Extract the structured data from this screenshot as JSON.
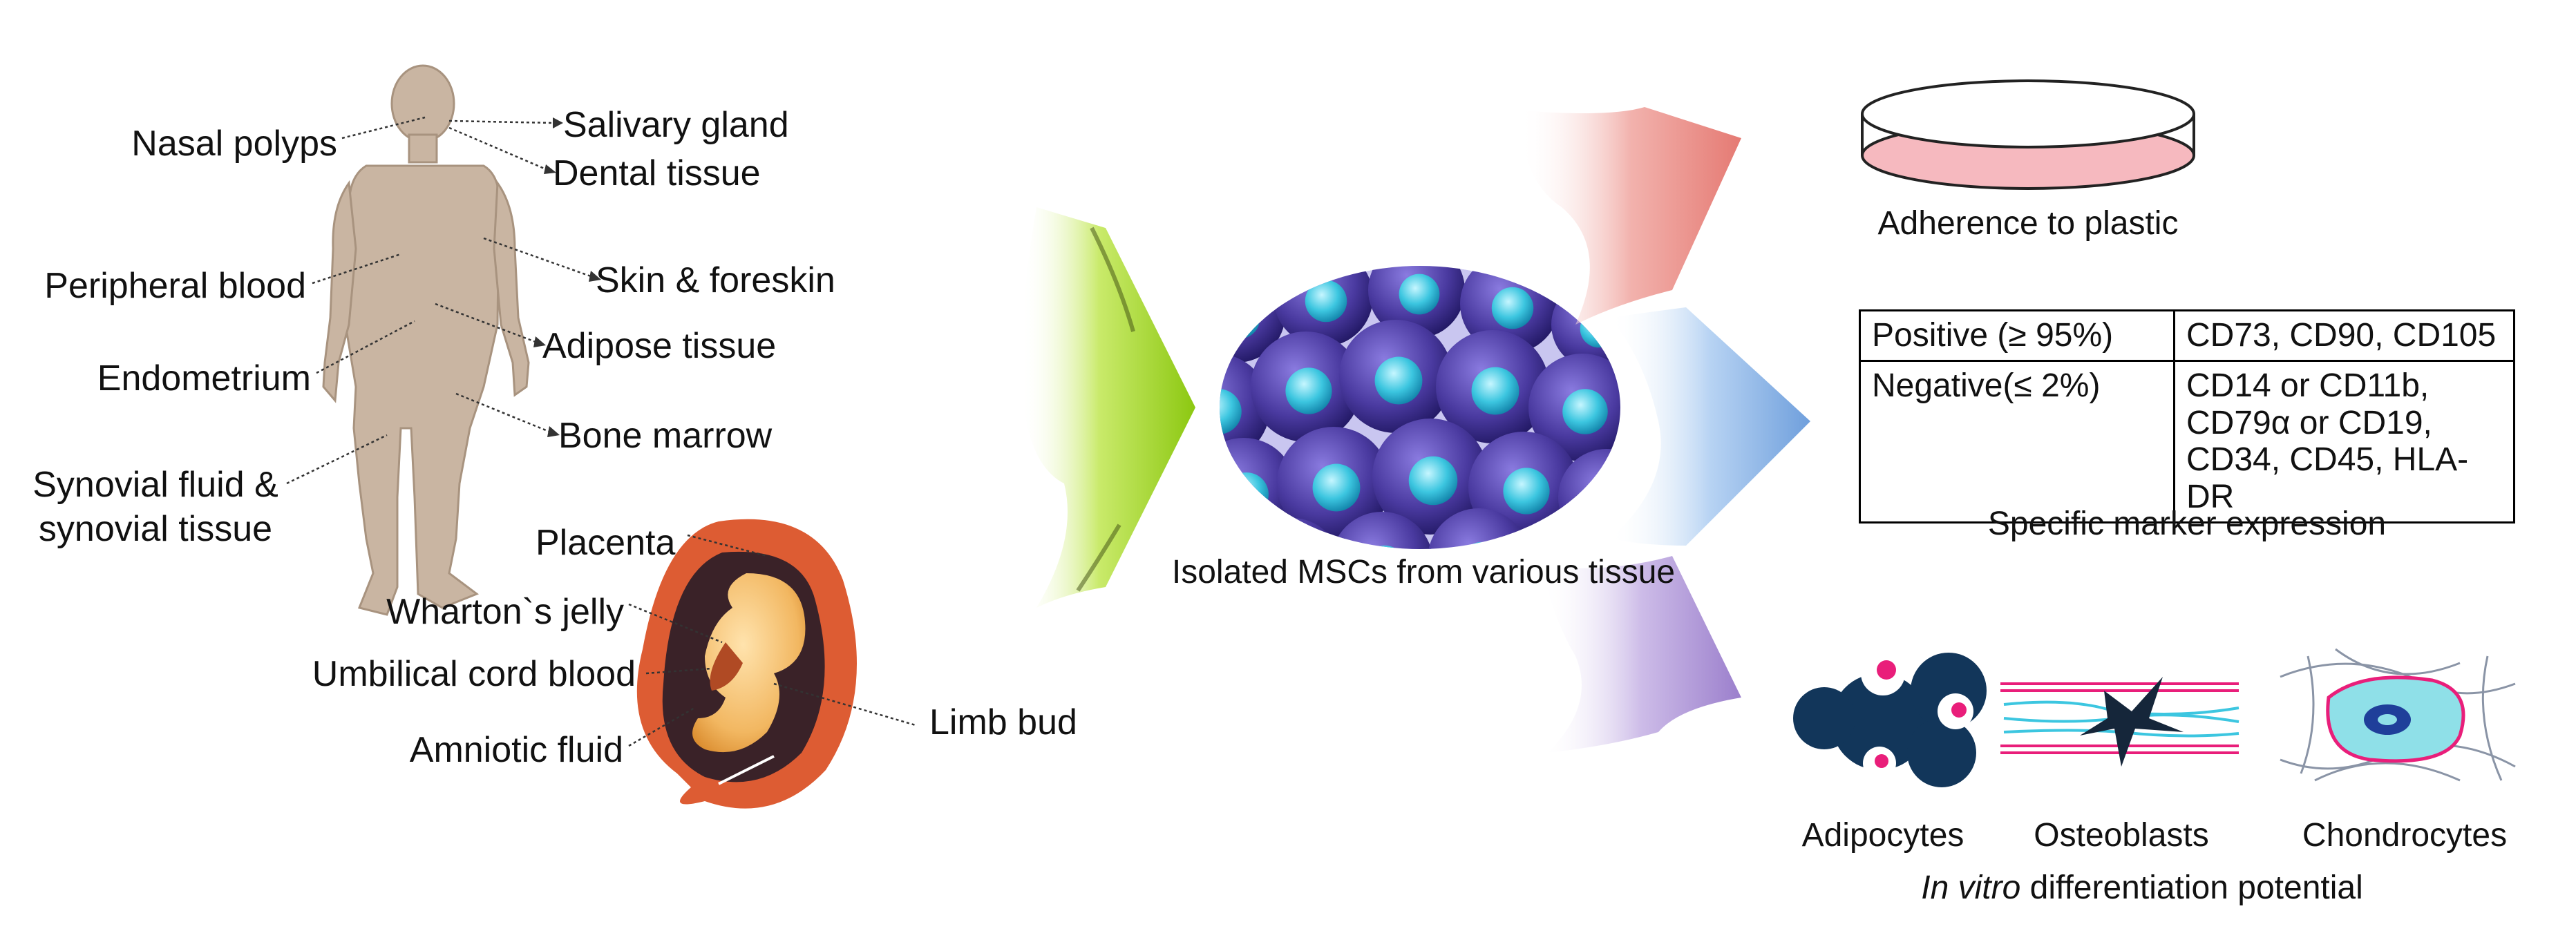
{
  "body_sources": {
    "nasal": "Nasal polyps",
    "salivary": "Salivary gland",
    "dental": "Dental tissue",
    "peripheral": "Peripheral blood",
    "skin": "Skin & foreskin",
    "adipose": "Adipose tissue",
    "endometrium": "Endometrium",
    "bone": "Bone marrow",
    "synovial_1": "Synovial fluid &",
    "synovial_2": "synovial tissue"
  },
  "fetal_sources": {
    "placenta": "Placenta",
    "wharton": "Wharton`s jelly",
    "cord": "Umbilical cord blood",
    "amniotic": "Amniotic fluid",
    "limb": "Limb bud"
  },
  "center_caption": "Isolated MSCs from various tissue",
  "criteria": {
    "adherence": "Adherence to plastic",
    "marker_caption": "Specific marker expression",
    "marker_table": {
      "positive_key": "Positive (≥ 95%)",
      "positive_value": "CD73, CD90, CD105",
      "negative_key": "Negative(≤ 2%)",
      "negative_lines": [
        "CD14 or CD11b,",
        "CD79α or CD19,",
        "CD34, CD45, HLA-DR"
      ]
    },
    "cell_types": {
      "adipocytes": "Adipocytes",
      "osteoblasts": "Osteoblasts",
      "chondrocytes": "Chondrocytes"
    },
    "differentiation_italic": "In vitro",
    "differentiation_rest": " differentiation potential"
  },
  "colors": {
    "skin": "#c9b5a2",
    "fetus": "#f2b761",
    "uterus": "#dd5c33",
    "cell_body": "#4a3aa0",
    "nucleus": "#3cc6e0",
    "arrow_green": "#9ad21c",
    "arrow_red": "#ea8c86",
    "arrow_blue": "#8fb8e8",
    "arrow_purple": "#b49ad6",
    "dish": "#f6b9bf",
    "adipocyte": "#12365a",
    "marker_pink": "#e91e7a"
  }
}
